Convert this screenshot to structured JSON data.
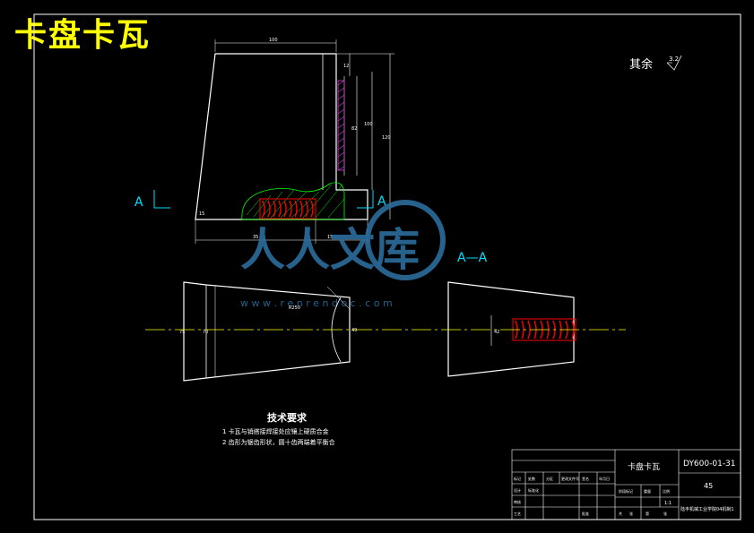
{
  "title_overlay": "卡盘卡瓦",
  "roughness": {
    "label": "其余",
    "value": "3.2"
  },
  "section_marks": {
    "left": "A",
    "right": "A",
    "view_label": "A—A"
  },
  "dimensions": {
    "top_width": "100",
    "right_height": "120",
    "right_inner": "100",
    "right_mid": "82",
    "right_top": "12",
    "bottom_left": "35",
    "bottom_right": "15",
    "small_a": "15",
    "radius": "R250",
    "front_left": "75",
    "front_inner": "70",
    "front_end": "49",
    "section_height": "42"
  },
  "notes": {
    "heading": "技术要求",
    "line1": "1 卡瓦与销搭接焊接处应镶上硬质合金",
    "line2": "2 齿形为锯齿形状，圆十齿两端着平衡合"
  },
  "watermark": {
    "text": "人人文库",
    "url": "w w w . r e n r e n d o c . c o m"
  },
  "title_block": {
    "part_name": "卡盘卡瓦",
    "drawing_no": "DY600-01-31",
    "material": "45",
    "scale": "1:1",
    "org": "陆丰机械工业学院04机制1",
    "cells": [
      "标记",
      "处数",
      "分区",
      "更改文件号",
      "签名",
      "年月日",
      "设计",
      "标准化",
      "审核",
      "工艺",
      "批准",
      "阶段标记",
      "重量",
      "比例",
      "共",
      "张",
      "第",
      "张"
    ]
  },
  "colors": {
    "frame": "#ffffff",
    "title": "#ffff00",
    "section": "#00e0ff",
    "hatch": "#00ff00",
    "spring": "#ff0000",
    "center": "#ffff00",
    "watermark": "#2b6d9c"
  }
}
